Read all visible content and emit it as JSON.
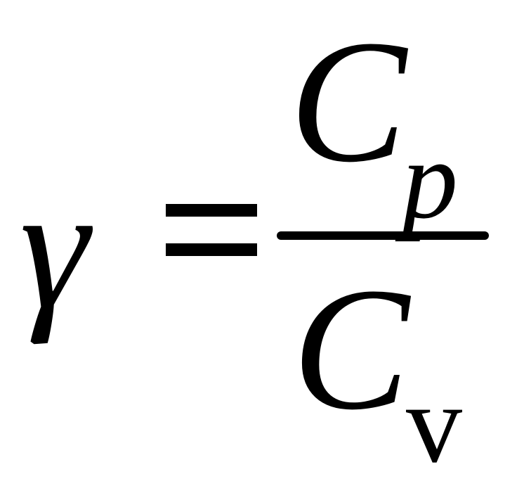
{
  "formula": {
    "lhs": "γ",
    "operator": "=",
    "numerator": {
      "symbol": "C",
      "subscript": "p"
    },
    "denominator": {
      "symbol": "C",
      "subscript": "v"
    }
  }
}
